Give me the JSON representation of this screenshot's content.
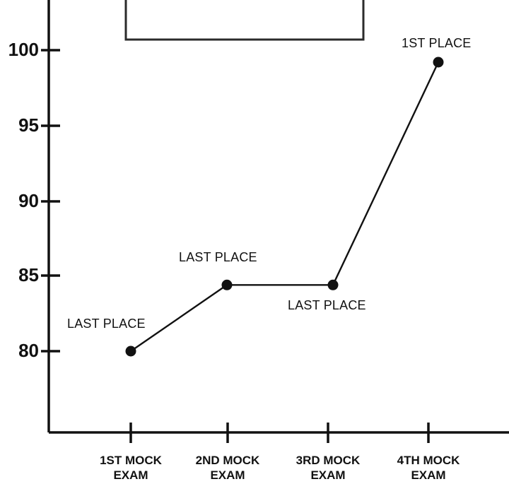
{
  "chart_data": {
    "type": "line",
    "title": "",
    "subtitle": "",
    "xlabel": "",
    "ylabel": "",
    "categories": [
      "1ST MOCK EXAM",
      "2ND MOCK EXAM",
      "3RD MOCK EXAM",
      "4TH MOCK EXAM"
    ],
    "category_lines": [
      [
        "1ST MOCK",
        "EXAM"
      ],
      [
        "2ND MOCK",
        "EXAM"
      ],
      [
        "3RD MOCK",
        "EXAM"
      ],
      [
        "4TH MOCK",
        "EXAM"
      ]
    ],
    "series": [
      {
        "name": "",
        "values": [
          80.0,
          84.4,
          84.4,
          99.2
        ]
      }
    ],
    "point_labels": [
      "LAST PLACE",
      "LAST PLACE",
      "LAST PLACE",
      "1ST PLACE"
    ],
    "ylim": [
      76.5,
      101.5
    ],
    "y_ticks": [
      80,
      85,
      90,
      95,
      100
    ],
    "y_tick_labels": [
      "80",
      "95",
      "90",
      "85",
      "100"
    ],
    "y_tick_labels_ordered": [
      "100",
      "95",
      "90",
      "85",
      "80"
    ],
    "grid": false,
    "legend": false,
    "legend_position": "none",
    "marker": "circle",
    "line_color": "#111111",
    "marker_color": "#111111",
    "axis_color": "#111111",
    "background_color": "#ffffff"
  },
  "axes": {
    "y_ticks": [
      {
        "value": 100,
        "label": "100"
      },
      {
        "value": 95,
        "label": "95"
      },
      {
        "value": 90,
        "label": "90"
      },
      {
        "value": 85,
        "label": "85"
      },
      {
        "value": 80,
        "label": "80"
      }
    ],
    "x_ticks": [
      {
        "index": 0,
        "line1": "1ST MOCK",
        "line2": "EXAM"
      },
      {
        "index": 1,
        "line1": "2ND MOCK",
        "line2": "EXAM"
      },
      {
        "index": 2,
        "line1": "3RD MOCK",
        "line2": "EXAM"
      },
      {
        "index": 3,
        "line1": "4TH MOCK",
        "line2": "EXAM"
      }
    ]
  },
  "annotations": [
    {
      "text": "LAST PLACE",
      "point_index": 0
    },
    {
      "text": "LAST PLACE",
      "point_index": 1
    },
    {
      "text": "LAST PLACE",
      "point_index": 2
    },
    {
      "text": "1ST PLACE",
      "point_index": 3
    }
  ],
  "legend_box": {
    "label": "",
    "visible": true,
    "cropped_top": true
  }
}
